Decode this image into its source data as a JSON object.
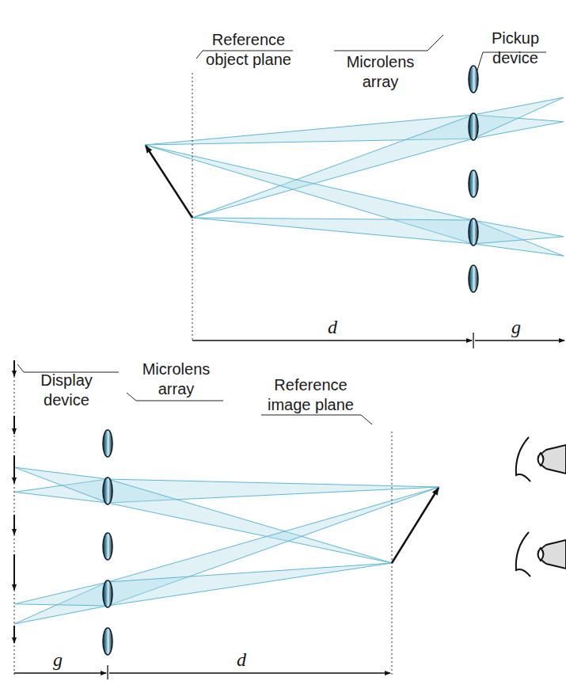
{
  "diagram": {
    "labels": [
      "Reference object plane",
      "Microlens array",
      "Pickup device",
      "d",
      "g",
      "Display device",
      "Microlens array",
      "Reference image plane",
      "g",
      "d"
    ]
  }
}
